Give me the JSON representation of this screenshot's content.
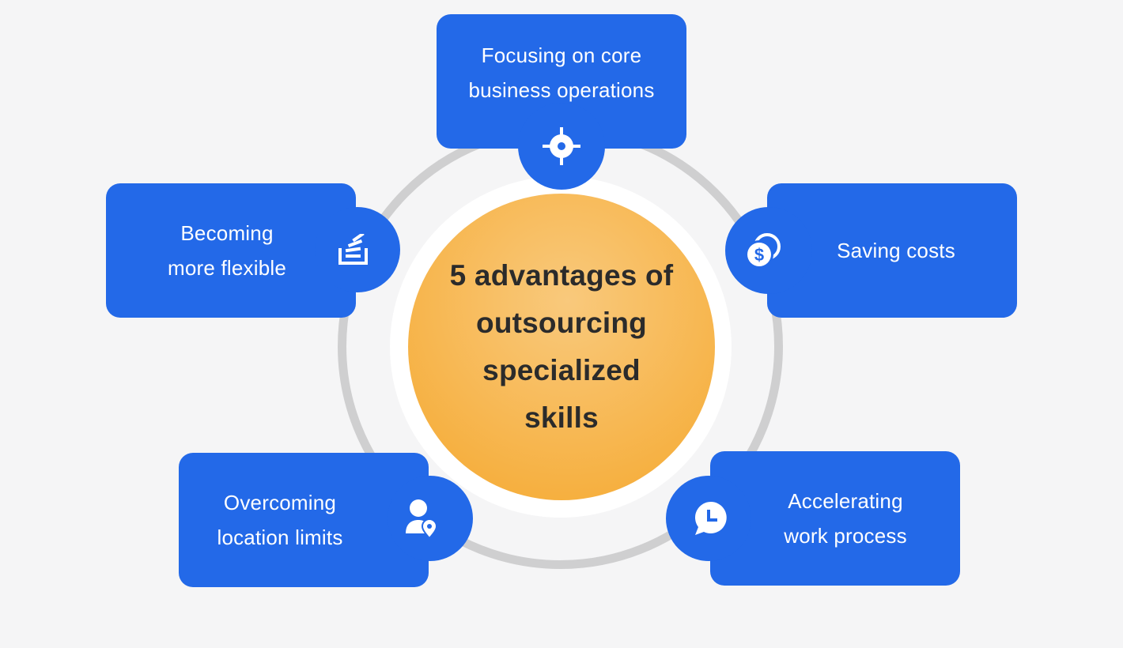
{
  "diagram": {
    "title": "5 advantages of outsourcing specialized skills",
    "colors": {
      "background": "#f5f5f6",
      "card": "#2369e8",
      "ring": "#cfcfd0",
      "center_light": "#f9c97c",
      "center_dark": "#f5a82e",
      "center_text": "#2b2b2b",
      "card_text": "#ffffff"
    },
    "items": [
      {
        "label": "Focusing on core business operations",
        "icon": "target-icon",
        "position": "top"
      },
      {
        "label": "Saving costs",
        "icon": "coins-dollar-icon",
        "position": "right-top"
      },
      {
        "label": "Accelerating work process",
        "icon": "chat-clock-icon",
        "position": "right-bottom"
      },
      {
        "label": "Overcoming location limits",
        "icon": "user-location-icon",
        "position": "left-bottom"
      },
      {
        "label": "Becoming more flexible",
        "icon": "stack-icon",
        "position": "left-top"
      }
    ]
  }
}
